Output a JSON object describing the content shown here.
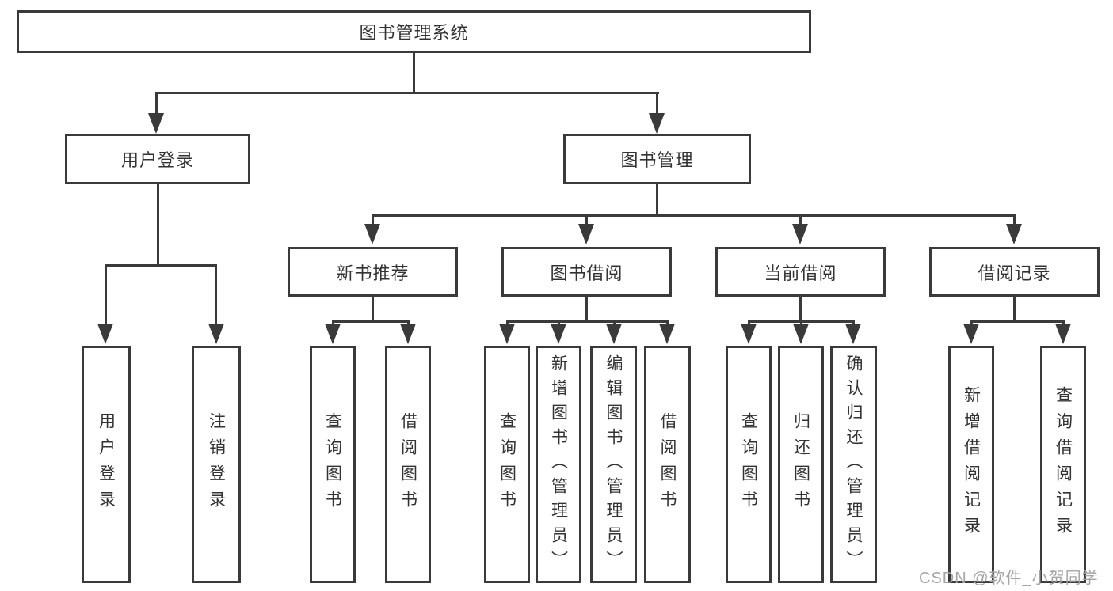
{
  "diagram": {
    "title_node": "图书管理系统",
    "root": {
      "label": "图书管理系统",
      "children": [
        {
          "label": "用户登录",
          "children": [
            {
              "label": "用户登录"
            },
            {
              "label": "注销登录"
            }
          ]
        },
        {
          "label": "图书管理",
          "children": [
            {
              "label": "新书推荐",
              "children": [
                {
                  "label": "查询图书"
                },
                {
                  "label": "借阅图书"
                }
              ]
            },
            {
              "label": "图书借阅",
              "children": [
                {
                  "label": "查询图书"
                },
                {
                  "label": "新增图书（管理员）"
                },
                {
                  "label": "编辑图书（管理员）"
                },
                {
                  "label": "借阅图书"
                }
              ]
            },
            {
              "label": "当前借阅",
              "children": [
                {
                  "label": "查询图书"
                },
                {
                  "label": "归还图书"
                },
                {
                  "label": "确认归还（管理员）"
                }
              ]
            },
            {
              "label": "借阅记录",
              "children": [
                {
                  "label": "新增借阅记录"
                },
                {
                  "label": "查询借阅记录"
                }
              ]
            }
          ]
        }
      ]
    }
  },
  "watermark": {
    "text": "CSDN @软件_小贺同学"
  },
  "colors": {
    "line": "#3a3a3a",
    "text": "#333333",
    "watermark": "#a4a4a4",
    "background": "#ffffff"
  }
}
